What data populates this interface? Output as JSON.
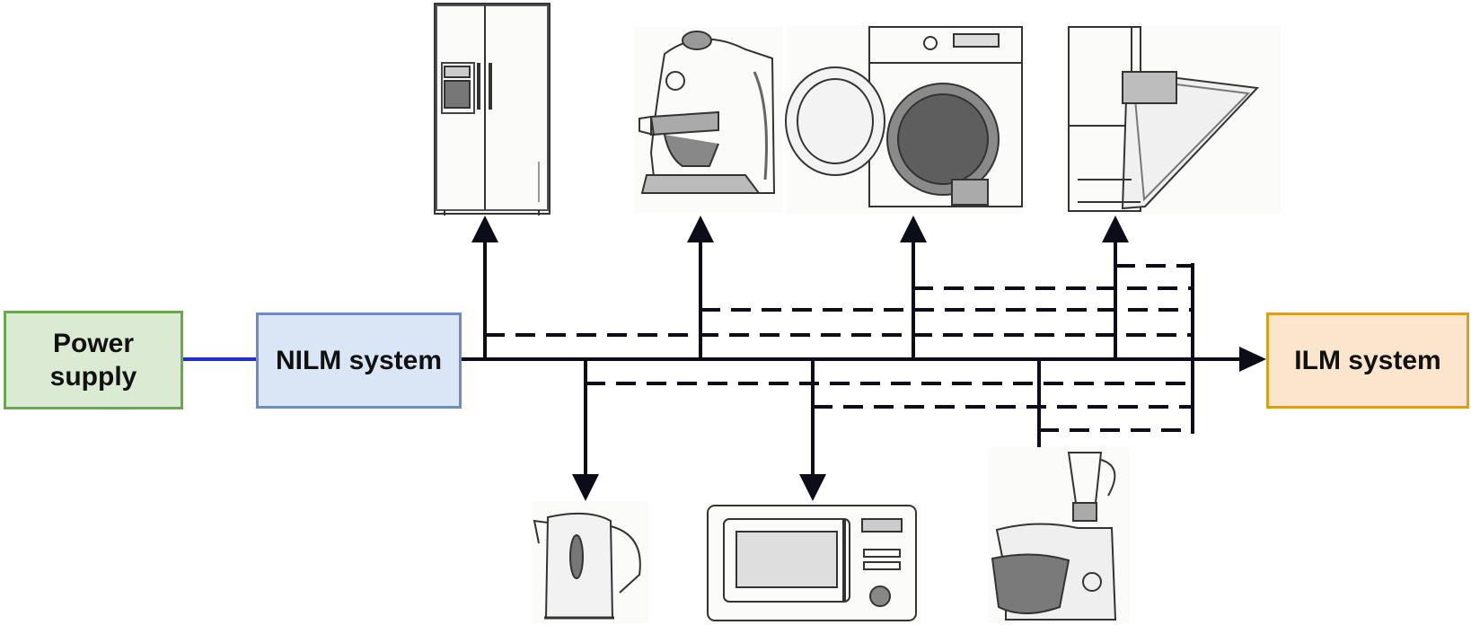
{
  "blocks": {
    "power_supply": {
      "line1": "Power",
      "line2": "supply",
      "fill": "#dbead3",
      "border": "#6aa84f"
    },
    "nilm": {
      "label": "NILM system",
      "fill": "#dae6f5",
      "border": "#6c8ebf"
    },
    "ilm": {
      "label": "ILM system",
      "fill": "#fbe5cd",
      "border": "#d6a025"
    }
  },
  "appliances_top": [
    {
      "icon": "refrigerator-icon"
    },
    {
      "icon": "coffee-machine-icon"
    },
    {
      "icon": "washing-machine-icon"
    },
    {
      "icon": "dishwasher-icon"
    }
  ],
  "appliances_bottom": [
    {
      "icon": "kettle-icon"
    },
    {
      "icon": "microwave-icon"
    },
    {
      "icon": "food-processor-icon"
    }
  ],
  "colors": {
    "line": "#0d0d1a",
    "power_link": "#1f2fd0"
  }
}
